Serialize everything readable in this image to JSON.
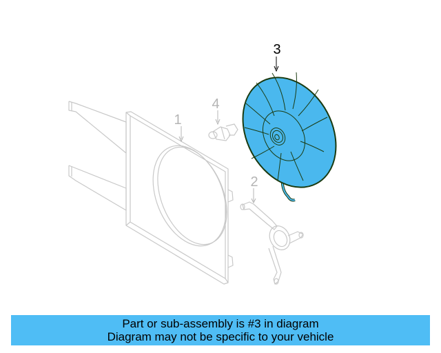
{
  "diagram": {
    "callouts": [
      {
        "number": "1",
        "part": "fan-shroud",
        "highlighted": false
      },
      {
        "number": "2",
        "part": "motor-bracket",
        "highlighted": false
      },
      {
        "number": "3",
        "part": "fan-assembly",
        "highlighted": true
      },
      {
        "number": "4",
        "part": "sensor-switch",
        "highlighted": false
      }
    ],
    "colors": {
      "highlight_fill": "#4ab8ee",
      "highlight_stroke": "#1a3a10",
      "faded_stroke": "#c8c8c8",
      "callout_active": "#000000",
      "callout_faded": "#b4b4b4"
    }
  },
  "banner": {
    "line1": "Part or sub-assembly is #3 in diagram",
    "line2": "Diagram may not be specific to your vehicle",
    "background": "#4fbdf5"
  }
}
